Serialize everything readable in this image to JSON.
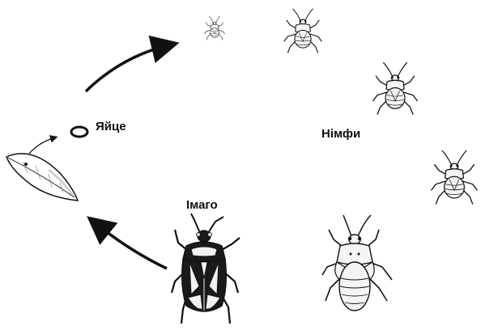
{
  "labels": {
    "egg": "Яйце",
    "nymphs": "Німфи",
    "adult": "Імаго"
  },
  "icons": [
    "leaf-icon",
    "egg-icon",
    "nymph-icon",
    "adult-bug-icon",
    "arrow-icon"
  ],
  "colors": {
    "ink": "#111111",
    "paper": "#ffffff",
    "body_dark": "#1a1a1a",
    "body_light": "#f2f2f2"
  }
}
